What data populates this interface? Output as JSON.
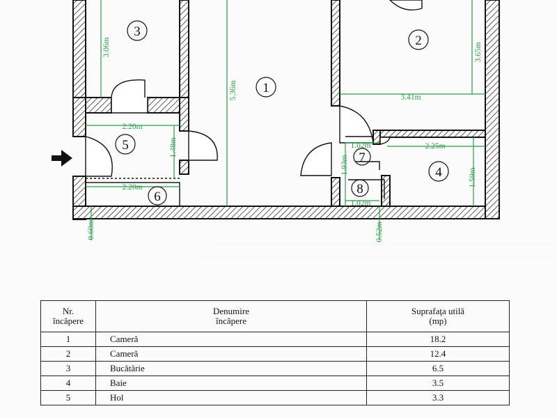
{
  "floor_plan": {
    "rooms": [
      {
        "number": "1"
      },
      {
        "number": "2"
      },
      {
        "number": "3"
      },
      {
        "number": "4"
      },
      {
        "number": "5"
      },
      {
        "number": "6"
      },
      {
        "number": "7"
      },
      {
        "number": "8"
      }
    ],
    "dimensions": {
      "kitchen_depth": "3.06m",
      "room1_depth": "5.36m",
      "room2_depth": "3.65m",
      "room2_width": "3.41m",
      "hall_width": "2.20m",
      "hall_depth": "1.48m",
      "balcony_width": "2.20m",
      "balcony_depth": "0.60m",
      "wc_width_top": "1.02m",
      "wc_depth": "1.93m",
      "wc_width_bottom": "1.02m",
      "wc_ext": "0.52m",
      "bath_width": "2.25m",
      "bath_depth": "1.59m"
    },
    "colors": {
      "wall": "#111111",
      "dimension": "#2e9a4a"
    },
    "icons": {
      "entrance": "entrance-arrow-icon"
    }
  },
  "table": {
    "headers": {
      "nr_line1": "Nr.",
      "nr_line2": "încăpere",
      "name_line1": "Denumire",
      "name_line2": "încăpere",
      "area_line1": "Suprafaţa utilă",
      "area_line2": "(mp)"
    },
    "rows": [
      {
        "nr": "1",
        "name": "Cameră",
        "area": "18.2"
      },
      {
        "nr": "2",
        "name": "Cameră",
        "area": "12.4"
      },
      {
        "nr": "3",
        "name": "Bucătărie",
        "area": "6.5"
      },
      {
        "nr": "4",
        "name": "Baie",
        "area": "3.5"
      },
      {
        "nr": "5",
        "name": "Hol",
        "area": "3.3"
      }
    ]
  }
}
